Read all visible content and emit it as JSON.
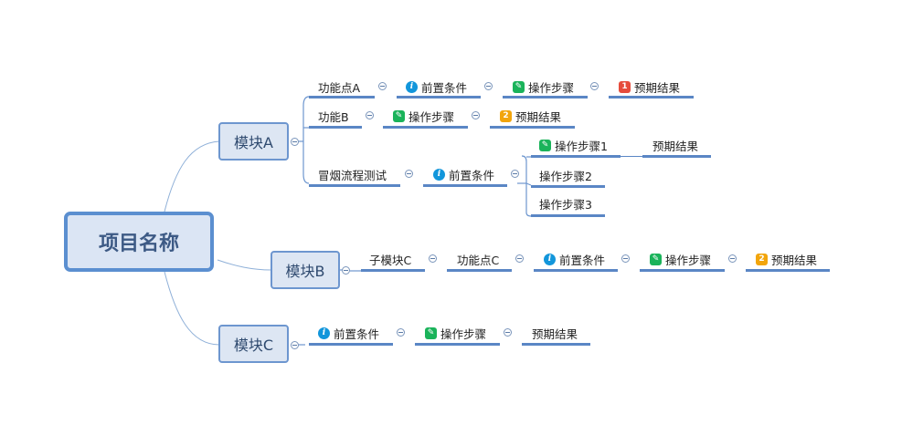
{
  "root": {
    "label": "项目名称"
  },
  "modules": {
    "a": "模块A",
    "b": "模块B",
    "c": "模块C"
  },
  "icons": {
    "info": "information-icon",
    "pencil": "pencil-icon",
    "priority1": "priority-1-icon",
    "priority2": "priority-2-icon",
    "collapse": "collapse-toggle-icon"
  },
  "priority_markers": {
    "p1": "1",
    "p2": "2"
  },
  "colors": {
    "branch_line": "#5a86c5",
    "root_border": "#5b8fd0",
    "info_icon": "#1296db",
    "pencil_icon": "#1ab35a",
    "priority1_icon": "#e64c3c",
    "priority2_icon": "#f2a50c"
  },
  "moduleA": {
    "feature_a": {
      "label": "功能点A",
      "precondition": "前置条件",
      "steps": "操作步骤",
      "expected": "预期结果"
    },
    "feature_b": {
      "label": "功能B",
      "steps": "操作步骤",
      "expected": "预期结果"
    },
    "smoke": {
      "label": "冒烟流程测试",
      "precondition": "前置条件",
      "step1": "操作步骤1",
      "step1_expected": "预期结果",
      "step2": "操作步骤2",
      "step3": "操作步骤3"
    }
  },
  "moduleB": {
    "submodule": "子模块C",
    "feature": "功能点C",
    "precondition": "前置条件",
    "steps": "操作步骤",
    "expected": "预期结果"
  },
  "moduleC": {
    "precondition": "前置条件",
    "steps": "操作步骤",
    "expected": "预期结果"
  }
}
